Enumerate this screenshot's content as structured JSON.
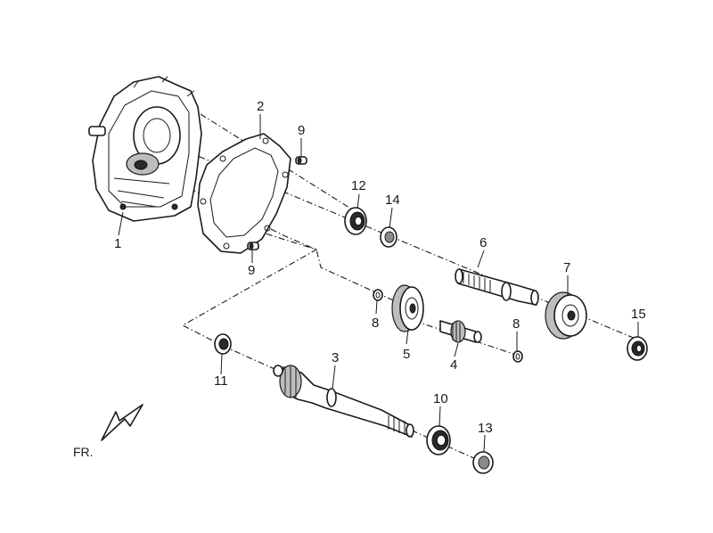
{
  "callouts": [
    "1",
    "2",
    "3",
    "4",
    "5",
    "6",
    "7",
    "8",
    "8",
    "9",
    "9",
    "10",
    "11",
    "12",
    "13",
    "14",
    "15"
  ],
  "direction_label": "FR.",
  "ink_color": "#1a1a1a",
  "background_color": "#ffffff"
}
